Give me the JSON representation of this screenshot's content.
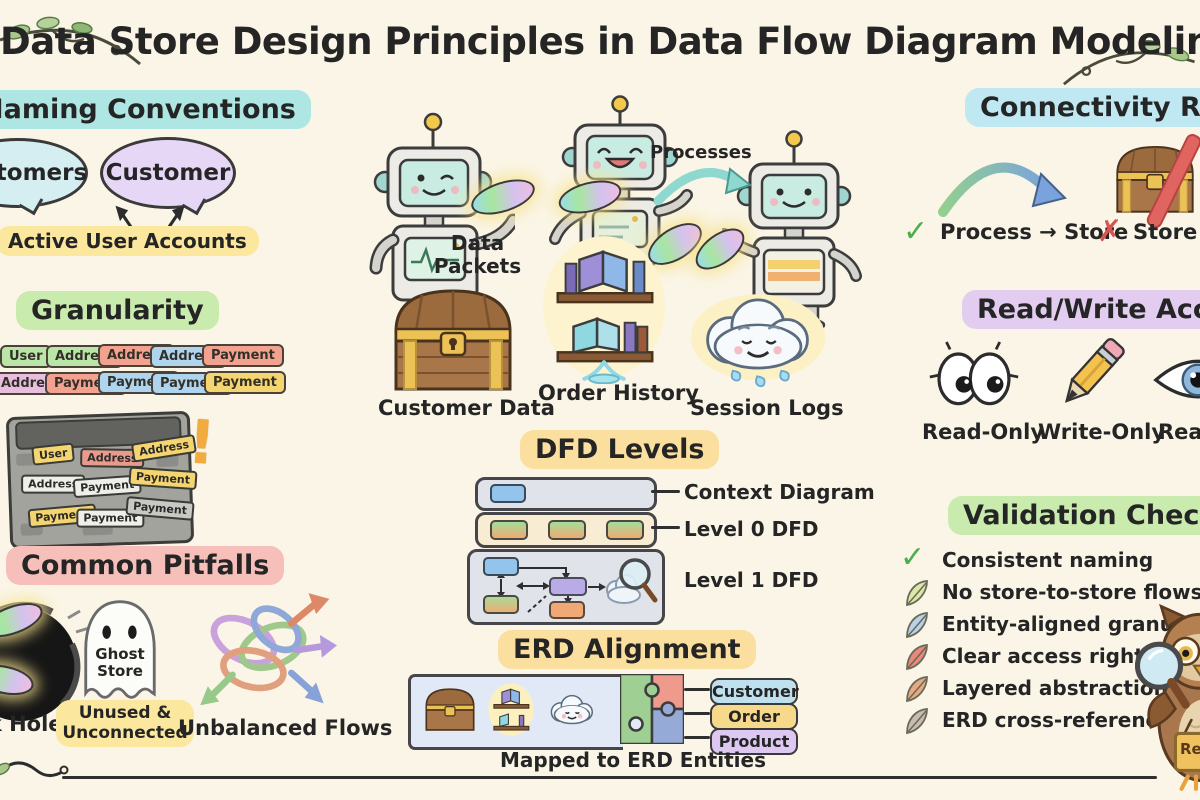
{
  "title": "Data Store Design Principles in Data Flow Diagram Modeling",
  "palette": {
    "background": "#faf5e6",
    "ink": "#252525",
    "highlight_teal": "#aee6e3",
    "highlight_green": "#c9ebae",
    "highlight_pink": "#f6bfba",
    "highlight_yellow": "#fbe79e",
    "highlight_amber": "#fadf9f",
    "highlight_blue": "#bfe8f3",
    "highlight_purple": "#e2cdf1",
    "bubble_blue": "#d4eef2",
    "bubble_purple": "#e6d7f7",
    "tag_green": "#b9e6a6",
    "tag_salmon": "#f2a28f",
    "tag_blue": "#aed4ee",
    "tag_pink": "#e7bede",
    "tag_yellow": "#f4d56f",
    "check_green": "#4cae4c",
    "cross_red": "#d9534f",
    "warning_orange": "#f2ab3e"
  },
  "naming": {
    "heading": "Naming Conventions",
    "bubbles": [
      {
        "label": "Customers"
      },
      {
        "label": "Customer"
      }
    ],
    "annotation": "Active User Accounts"
  },
  "granularity": {
    "heading": "Granularity",
    "tags_row1": [
      {
        "label": "User",
        "color": "green"
      },
      {
        "label": "Address",
        "color": "green"
      },
      {
        "label": "Address",
        "color": "salmon"
      },
      {
        "label": "Address",
        "color": "blue"
      },
      {
        "label": "Payment",
        "color": "salmon"
      }
    ],
    "tags_row2": [
      {
        "label": "Address",
        "color": "pink"
      },
      {
        "label": "Payment",
        "color": "salmon"
      },
      {
        "label": "Payment",
        "color": "blue"
      },
      {
        "label": "Payment",
        "color": "blue"
      },
      {
        "label": "Payment",
        "color": "yellow"
      }
    ],
    "crate_labels": [
      {
        "label": "User",
        "color": "yellow"
      },
      {
        "label": "Address",
        "color": "red"
      },
      {
        "label": "Address",
        "color": "yellow"
      },
      {
        "label": "Address",
        "color": "white"
      },
      {
        "label": "Payment",
        "color": "white"
      },
      {
        "label": "Payment",
        "color": "yellow"
      },
      {
        "label": "Payment",
        "color": "yellow"
      },
      {
        "label": "Payment",
        "color": "white"
      },
      {
        "label": "Payment",
        "color": "gray"
      }
    ],
    "warning_mark": "!"
  },
  "pitfalls": {
    "heading": "Common Pitfalls",
    "items": [
      {
        "label": "Black Hole"
      },
      {
        "label": "Unused & Unconnected",
        "ghost_text": "Ghost Store"
      },
      {
        "label": "Unbalanced Flows"
      }
    ]
  },
  "center": {
    "processes_label": "Processes",
    "data_packets_label": "Data Packets",
    "stores": [
      {
        "label": "Customer Data"
      },
      {
        "label": "Order History"
      },
      {
        "label": "Session Logs"
      }
    ]
  },
  "dfd_levels": {
    "heading": "DFD Levels",
    "levels": [
      {
        "label": "Context Diagram"
      },
      {
        "label": "Level 0 DFD"
      },
      {
        "label": "Level 1 DFD"
      }
    ]
  },
  "erd": {
    "heading": "ERD Alignment",
    "entities": [
      {
        "label": "Customer",
        "color": "blue"
      },
      {
        "label": "Order",
        "color": "yellow"
      },
      {
        "label": "Product",
        "color": "purple"
      }
    ],
    "caption": "Mapped to ERD Entities"
  },
  "connectivity": {
    "heading": "Connectivity Rules",
    "check": "✓",
    "allowed": "Process → Store",
    "cross": "✗",
    "forbidden": "Store ↔ Store"
  },
  "read_write": {
    "heading": "Read/Write Access",
    "modes": [
      {
        "label": "Read-Only"
      },
      {
        "label": "Write-Only"
      },
      {
        "label": "Read/Write"
      }
    ]
  },
  "checklist": {
    "heading": "Validation Checklist",
    "check": "✓",
    "items": [
      {
        "label": "Consistent naming"
      },
      {
        "label": "No store-to-store flows"
      },
      {
        "label": "Entity-aligned granularity"
      },
      {
        "label": "Clear access rights"
      },
      {
        "label": "Layered abstraction"
      },
      {
        "label": "ERD cross-reference"
      }
    ],
    "owl_sign": "Review"
  }
}
